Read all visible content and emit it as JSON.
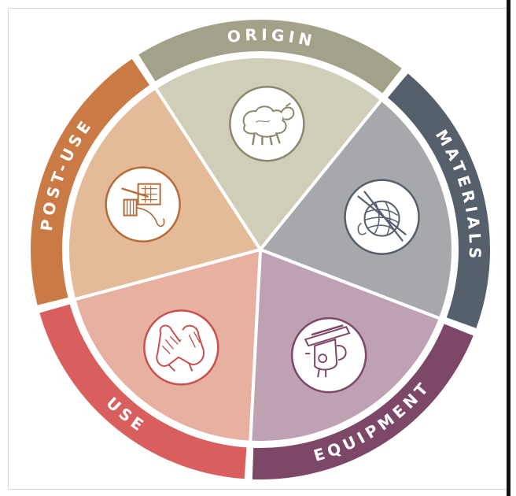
{
  "wheel": {
    "segments": [
      {
        "id": "origin",
        "label": "ORIGIN",
        "ring_color": "#a4a18a",
        "fill_color": "#d0cdb9",
        "icon": "sheep-icon",
        "icon_stroke": "#8c8870"
      },
      {
        "id": "materials",
        "label": "MATERIALS",
        "ring_color": "#56606d",
        "fill_color": "#a6a8ab",
        "icon": "yarn-ball-icon",
        "icon_stroke": "#56606d"
      },
      {
        "id": "equipment",
        "label": "EQUIPMENT",
        "ring_color": "#7d4767",
        "fill_color": "#bea1b2",
        "icon": "knitting-machine-icon",
        "icon_stroke": "#7d4767"
      },
      {
        "id": "use",
        "label": "USE",
        "ring_color": "#d85f5e",
        "fill_color": "#e8b0a1",
        "icon": "mittens-icon",
        "icon_stroke": "#c8514f"
      },
      {
        "id": "post-use",
        "label": "POST-USE",
        "ring_color": "#c97a45",
        "fill_color": "#e4bb98",
        "icon": "darning-icon",
        "icon_stroke": "#b86a38"
      }
    ]
  }
}
